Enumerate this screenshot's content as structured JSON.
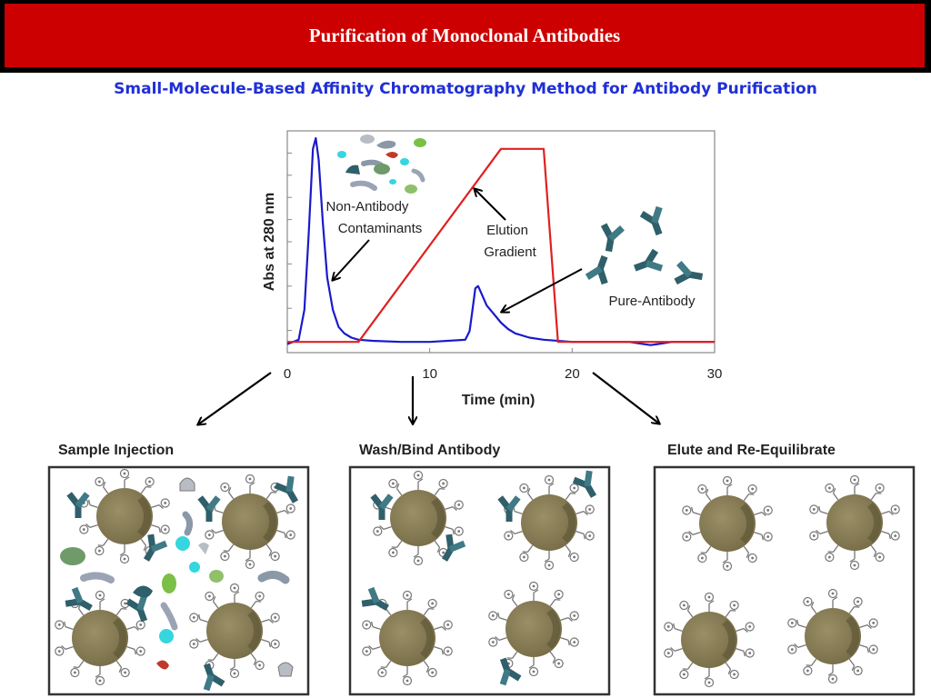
{
  "header": {
    "title": "Purification of Monoclonal Antibodies"
  },
  "subtitle": "Small-Molecule-Based Affinity Chromatography Method for Antibody Purification",
  "chart_data": {
    "type": "line",
    "xlabel": "Time (min)",
    "ylabel": "Abs at 280 nm",
    "xlim": [
      0,
      30
    ],
    "x_ticks": [
      "0",
      "10",
      "20",
      "30"
    ],
    "series": [
      {
        "color": "#1a1acc",
        "x": [
          0,
          0.8,
          1.2,
          1.5,
          1.8,
          2.0,
          2.2,
          2.5,
          2.8,
          3.2,
          3.6,
          4.0,
          4.5,
          5.0,
          6,
          8,
          10,
          12.5,
          12.8,
          13.0,
          13.2,
          13.4,
          13.6,
          14.0,
          14.5,
          15.0,
          15.5,
          16.0,
          17.0,
          18,
          20,
          24,
          25,
          25.5,
          26,
          27,
          30
        ],
        "y": [
          0.04,
          0.06,
          0.2,
          0.55,
          0.95,
          1.0,
          0.9,
          0.6,
          0.35,
          0.2,
          0.12,
          0.09,
          0.07,
          0.06,
          0.055,
          0.05,
          0.05,
          0.06,
          0.1,
          0.2,
          0.3,
          0.31,
          0.28,
          0.22,
          0.18,
          0.14,
          0.11,
          0.09,
          0.07,
          0.06,
          0.05,
          0.05,
          0.04,
          0.035,
          0.04,
          0.05,
          0.05
        ]
      },
      {
        "color": "#e02020",
        "x": [
          0,
          5,
          15,
          18,
          19,
          30
        ],
        "y": [
          0.05,
          0.05,
          0.95,
          0.95,
          0.05,
          0.05
        ]
      }
    ]
  },
  "annotations": {
    "contaminants": [
      "Non-Antibody",
      "Contaminants"
    ],
    "gradient": [
      "Elution",
      "Gradient"
    ],
    "pure": "Pure-Antibody"
  },
  "panels": [
    {
      "label": "Sample Injection"
    },
    {
      "label": "Wash/Bind Antibody"
    },
    {
      "label": "Elute and Re-Equilibrate"
    }
  ],
  "colors": {
    "bead": "#857a55",
    "antibody": "#2f5f6a",
    "header_red": "#cc0000",
    "subtitle_blue": "#1f2fd6"
  }
}
